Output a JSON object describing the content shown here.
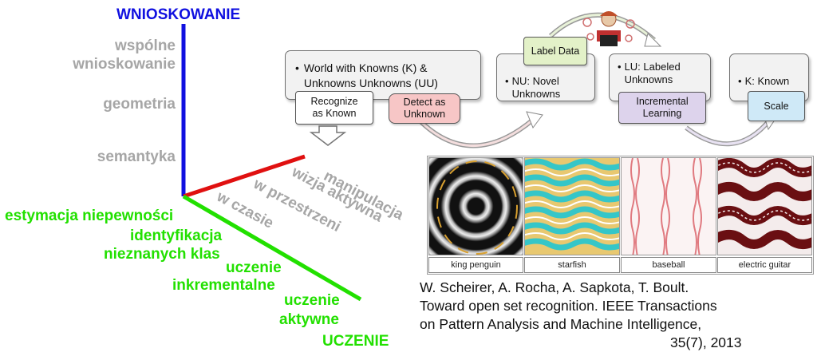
{
  "axes": {
    "vertical": {
      "title": "WNIOSKOWANIE",
      "color": "#1010e0",
      "labels": [
        "wspólne",
        "wnioskowanie",
        "geometria",
        "semantyka"
      ]
    },
    "diagonal": {
      "color": "#e01010",
      "labels": [
        "manipulacja",
        "wizja aktywna",
        "w przestrzeni",
        "w czasie"
      ]
    },
    "learning": {
      "title": "UCZENIE",
      "color": "#22e000",
      "labels": [
        "estymacja niepewności",
        "identyfikacja",
        "nieznanych klas",
        "uczenie",
        "inkrementalne",
        "uczenie",
        "aktywne"
      ]
    }
  },
  "flow": {
    "world_box": {
      "bullet": "•",
      "line1": "World with Knowns (K) &",
      "line2": "Unknowns Unknowns (UU)"
    },
    "recognize": {
      "line1": "Recognize",
      "line2": "as Known"
    },
    "detect": {
      "line1": "Detect as",
      "line2": "Unknown"
    },
    "label_data": "Label Data",
    "nu_box": {
      "bullet": "•",
      "line1": "NU: Novel",
      "line2": "Unknowns"
    },
    "lu_box": {
      "bullet": "•",
      "line1": "LU: Labeled",
      "line2": "Unknowns"
    },
    "incremental": {
      "line1": "Incremental",
      "line2": "Learning"
    },
    "k_box": {
      "bullet": "•",
      "line1": "K: Known"
    },
    "scale": "Scale"
  },
  "images": {
    "captions": [
      "king penguin",
      "starfish",
      "baseball",
      "electric guitar"
    ]
  },
  "citation": {
    "line1": "W. Scheirer, A. Rocha, A. Sapkota, T. Boult.",
    "line2": "Toward open set recognition.  IEEE Transactions",
    "line3": "on Pattern Analysis and Machine Intelligence,",
    "line4": "35(7), 2013"
  },
  "colors": {
    "detect_fill": "#f7c6c6",
    "label_fill": "#e3f1c8",
    "incremental_fill": "#ddd3ec",
    "scale_fill": "#cfe9f7"
  }
}
